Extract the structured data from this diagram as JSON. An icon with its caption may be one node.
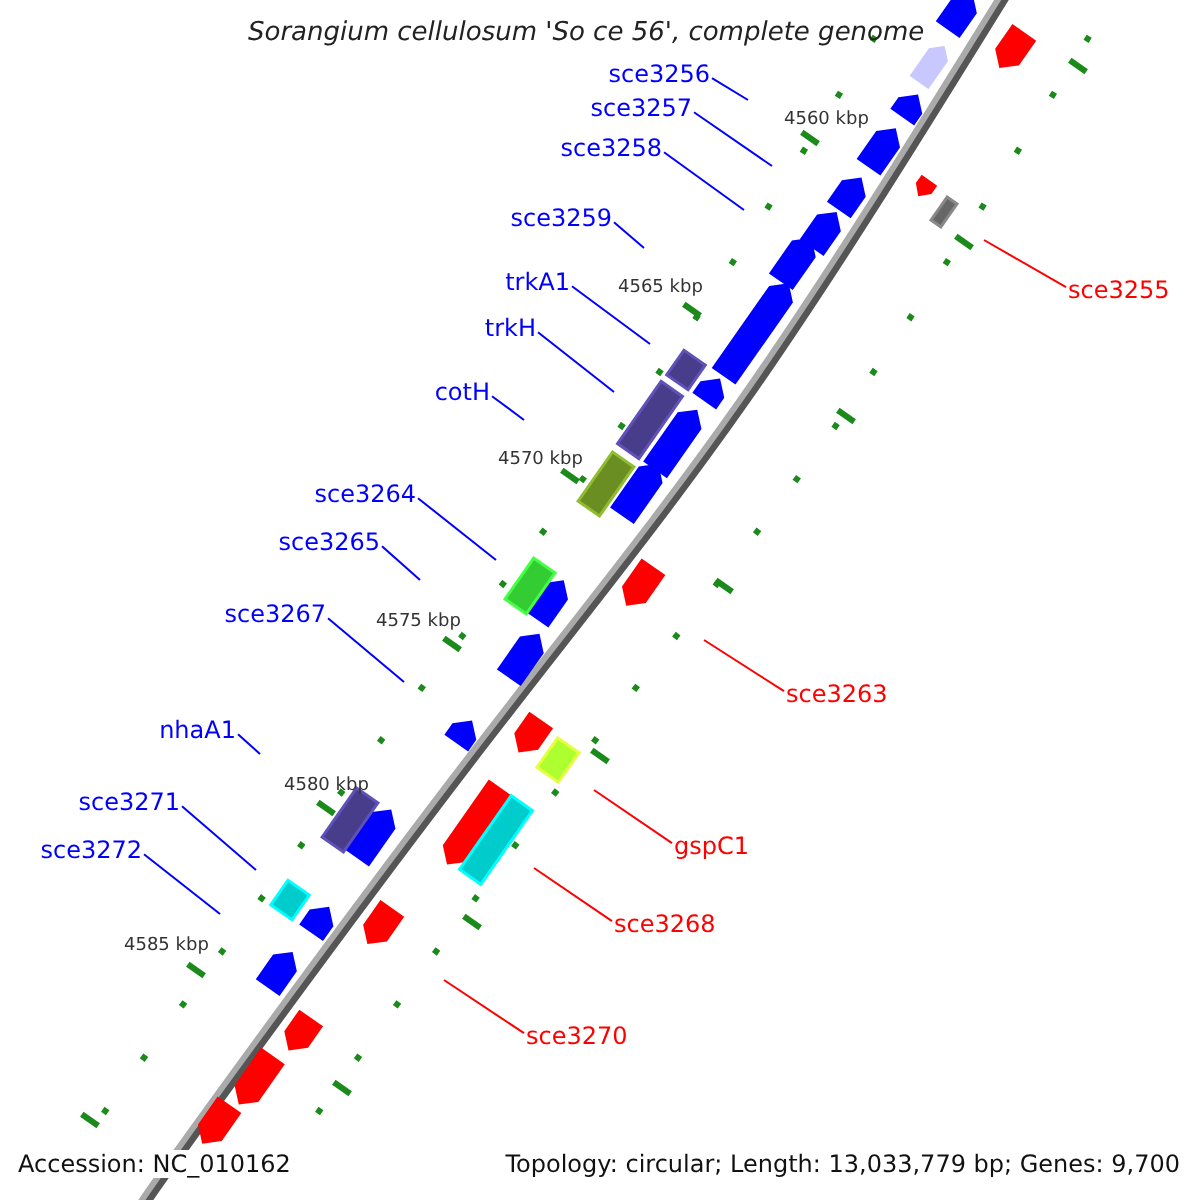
{
  "diagram": {
    "title": "Sorangium cellulosum 'So ce 56', complete genome",
    "nodes": [
      {
        "text": [
          "sce3256"
        ]
      },
      {
        "text": [
          "sce3257"
        ]
      },
      {
        "text": [
          "sce3258"
        ]
      },
      {
        "text": [
          "sce3259"
        ]
      },
      {
        "text": [
          "trkA1"
        ]
      },
      {
        "text": [
          "sce3255"
        ]
      },
      {
        "text": [
          "trkH"
        ]
      },
      {
        "text": [
          "cotH"
        ]
      },
      {
        "text": [
          "sce3264"
        ]
      },
      {
        "text": [
          "sce3265"
        ]
      },
      {
        "text": [
          "sce3267"
        ]
      },
      {
        "text": [
          "sce3263"
        ]
      },
      {
        "text": [
          "nhaA1"
        ]
      },
      {
        "text": [
          "sce3271"
        ]
      },
      {
        "text": [
          "gspC1"
        ]
      },
      {
        "text": [
          "sce3272"
        ]
      },
      {
        "text": [
          "sce3268"
        ]
      },
      {
        "text": [
          "sce3270"
        ]
      }
    ],
    "edges": [
      {
        "from": 0,
        "to": null,
        "arrow": "none"
      },
      {
        "from": 1,
        "to": null,
        "arrow": "none"
      },
      {
        "from": 2,
        "to": null,
        "arrow": "none"
      },
      {
        "from": 3,
        "to": null,
        "arrow": "none"
      },
      {
        "from": 4,
        "to": null,
        "arrow": "none"
      },
      {
        "from": 5,
        "to": null,
        "arrow": "none",
        "color": "#ff0000"
      },
      {
        "from": 6,
        "to": null,
        "arrow": "none"
      },
      {
        "from": 7,
        "to": null,
        "arrow": "none"
      },
      {
        "from": 8,
        "to": null,
        "arrow": "none"
      },
      {
        "from": 9,
        "to": null,
        "arrow": "none"
      },
      {
        "from": 10,
        "to": null,
        "arrow": "none"
      },
      {
        "from": 11,
        "to": null,
        "arrow": "none",
        "color": "#ff0000"
      },
      {
        "from": 12,
        "to": null,
        "arrow": "none"
      },
      {
        "from": 13,
        "to": null,
        "arrow": "none"
      },
      {
        "from": 14,
        "to": null,
        "arrow": "none",
        "color": "#ff0000"
      },
      {
        "from": 15,
        "to": null,
        "arrow": "none"
      },
      {
        "from": 16,
        "to": null,
        "arrow": "none",
        "color": "#ff0000"
      },
      {
        "from": 17,
        "to": null,
        "arrow": "none",
        "color": "#ff0000"
      }
    ],
    "labels": [
      "4560 kbp",
      "4565 kbp",
      "4570 kbp",
      "4575 kbp",
      "4580 kbp",
      "4585 kbp",
      "Accession: NC_010162",
      "Topology: circular; Length: 13,033,779 bp; Genes: 9,700"
    ]
  }
}
